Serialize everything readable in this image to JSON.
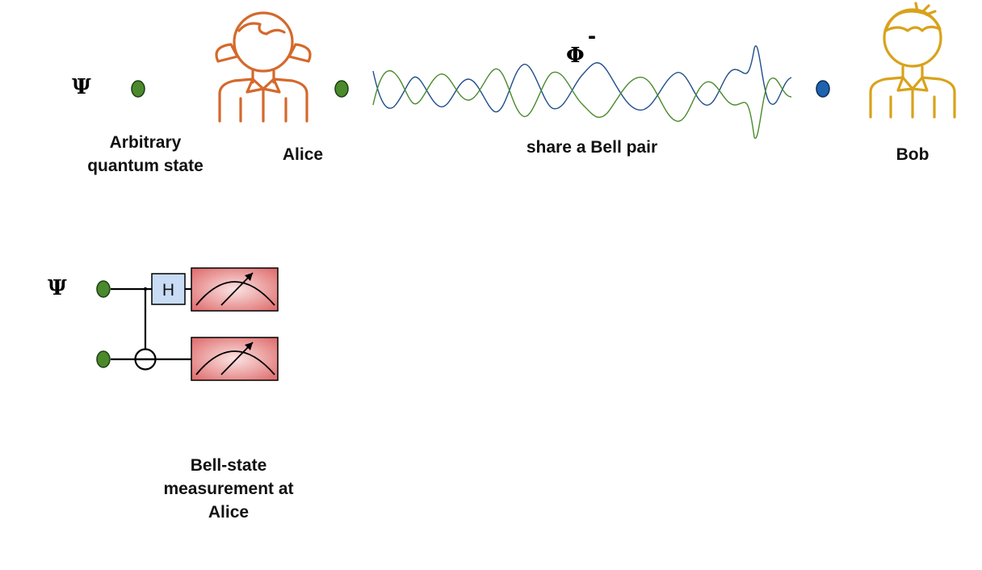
{
  "symbols": {
    "psi": "Ψ",
    "phi": "Φ",
    "minus": "-",
    "gate_h": "H"
  },
  "labels": {
    "arbitrary_state": "Arbitrary\nquantum state",
    "alice": "Alice",
    "bell_pair": "share a Bell pair",
    "bob": "Bob",
    "bsm": "Bell-state\nmeasurement at\nAlice"
  },
  "colors": {
    "alice": "#d4692c",
    "bob": "#d9a21b",
    "qubit_green": "#4a8a2c",
    "qubit_blue": "#1e63b0",
    "wave_blue": "#1f4e8a",
    "wave_green": "#4a8a2c",
    "gate_fill": "#c9dcf5",
    "meter_fill": "#e07070"
  },
  "icons": [
    "alice-icon",
    "bob-icon",
    "meter-icon"
  ]
}
